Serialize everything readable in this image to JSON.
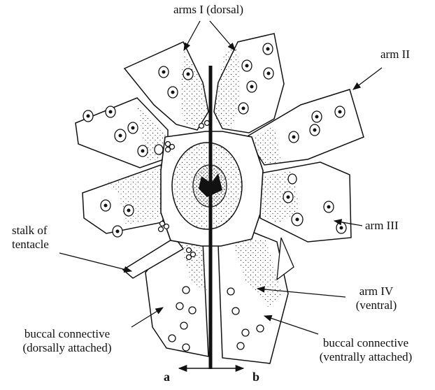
{
  "labels": {
    "arms_dorsal": "arms I (dorsal)",
    "arm_ii": "arm II",
    "arm_iii": "arm III",
    "stalk_line1": "stalk of",
    "stalk_line2": "tentacle",
    "arm_iv_line1": "arm IV",
    "arm_iv_line2": "(ventral)",
    "buccal_dorsal_line1": "buccal connective",
    "buccal_dorsal_line2": "(dorsally attached)",
    "buccal_ventral_line1": "buccal connective",
    "buccal_ventral_line2": "(ventrally attached)",
    "side_a": "a",
    "side_b": "b"
  },
  "colors": {
    "ink": "#111111",
    "stipple": "#444444",
    "background": "#ffffff"
  }
}
